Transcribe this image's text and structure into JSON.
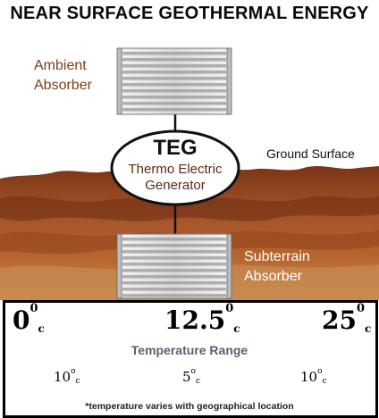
{
  "title": "NEAR SURFACE GEOTHERMAL ENERGY",
  "labels": {
    "ambient_line1": "Ambient",
    "ambient_line2": "Absorber",
    "ground_surface": "Ground Surface",
    "subterrain_line1": "Subterrain",
    "subterrain_line2": "Absorber"
  },
  "teg": {
    "abbr": "TEG",
    "line1": "Thermo Electric",
    "line2": "Generator"
  },
  "temperature_scale": {
    "min": {
      "value": "0",
      "sup": "0",
      "sub": "c"
    },
    "mid": {
      "value": "12.5",
      "sup": "0",
      "sub": "c"
    },
    "max": {
      "value": "25",
      "sup": "0",
      "sub": "c"
    },
    "range_label": "Temperature Range",
    "intervals": [
      {
        "value": "10",
        "unit": "c",
        "degree": "o"
      },
      {
        "value": "5",
        "unit": "c",
        "degree": "o"
      },
      {
        "value": "10",
        "unit": "c",
        "degree": "o"
      }
    ]
  },
  "footnote": "*temperature varies with geographical location",
  "colors": {
    "soil_dark": "#6e2f12",
    "soil_mid": "#9a4a1e",
    "soil_light": "#c27a3e",
    "label_brown": "#7a3f1a",
    "range_grey": "#5a6070"
  }
}
